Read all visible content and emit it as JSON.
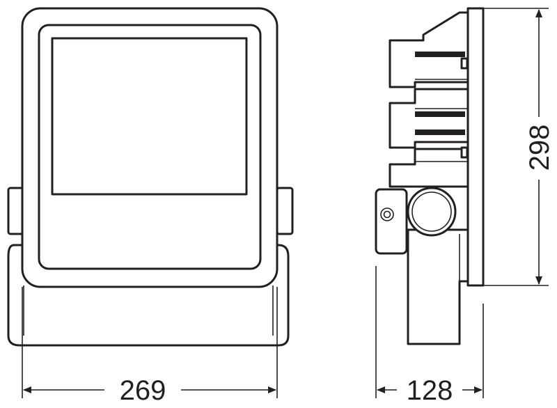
{
  "dimensions": {
    "width": "269",
    "depth": "128",
    "height": "298"
  },
  "colors": {
    "stroke": "#231f20",
    "background": "#ffffff"
  }
}
